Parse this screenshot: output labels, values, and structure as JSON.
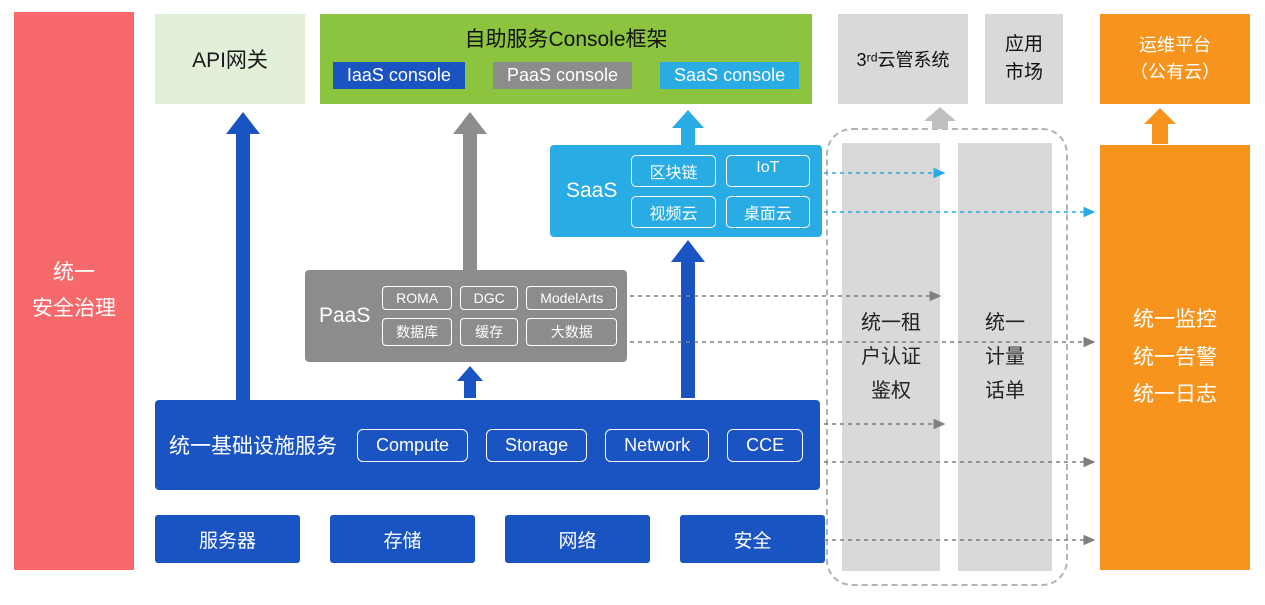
{
  "colors": {
    "blue": "#1a53c2",
    "green": "#8cc43f",
    "light_green": "#e2f0d9",
    "cyan": "#29abe3",
    "gray": "#8c8c8c",
    "light_gray": "#d9d9d9",
    "orange": "#f7941e",
    "red": "#f8696b"
  },
  "security_bar": {
    "label": "统一\n安全治理"
  },
  "api_gateway": {
    "label": "API网关"
  },
  "console_framework": {
    "title": "自助服务Console框架",
    "consoles": [
      {
        "label": "IaaS console"
      },
      {
        "label": "PaaS console"
      },
      {
        "label": "SaaS console"
      }
    ]
  },
  "third_party_cloud": {
    "label": "3ʳᵈ云管系统"
  },
  "app_market": {
    "label": "应用\n市场"
  },
  "ops_platform": {
    "label": "运维平台\n（公有云）"
  },
  "saas": {
    "label": "SaaS",
    "services": [
      "区块链",
      "IoT",
      "视频云",
      "桌面云"
    ]
  },
  "paas": {
    "label": "PaaS",
    "services": [
      "ROMA",
      "DGC",
      "ModelArts",
      "数据库",
      "缓存",
      "大数据"
    ]
  },
  "iaas": {
    "label": "统一基础设施服务",
    "services": [
      "Compute",
      "Storage",
      "Network",
      "CCE"
    ]
  },
  "hardware": {
    "items": [
      "服务器",
      "存储",
      "网络",
      "安全"
    ]
  },
  "auth": {
    "label": "统一租\n户认证\n鉴权"
  },
  "metering": {
    "label": "统一\n计量\n话单"
  },
  "monitoring": {
    "label": "统一监控\n统一告警\n统一日志"
  }
}
